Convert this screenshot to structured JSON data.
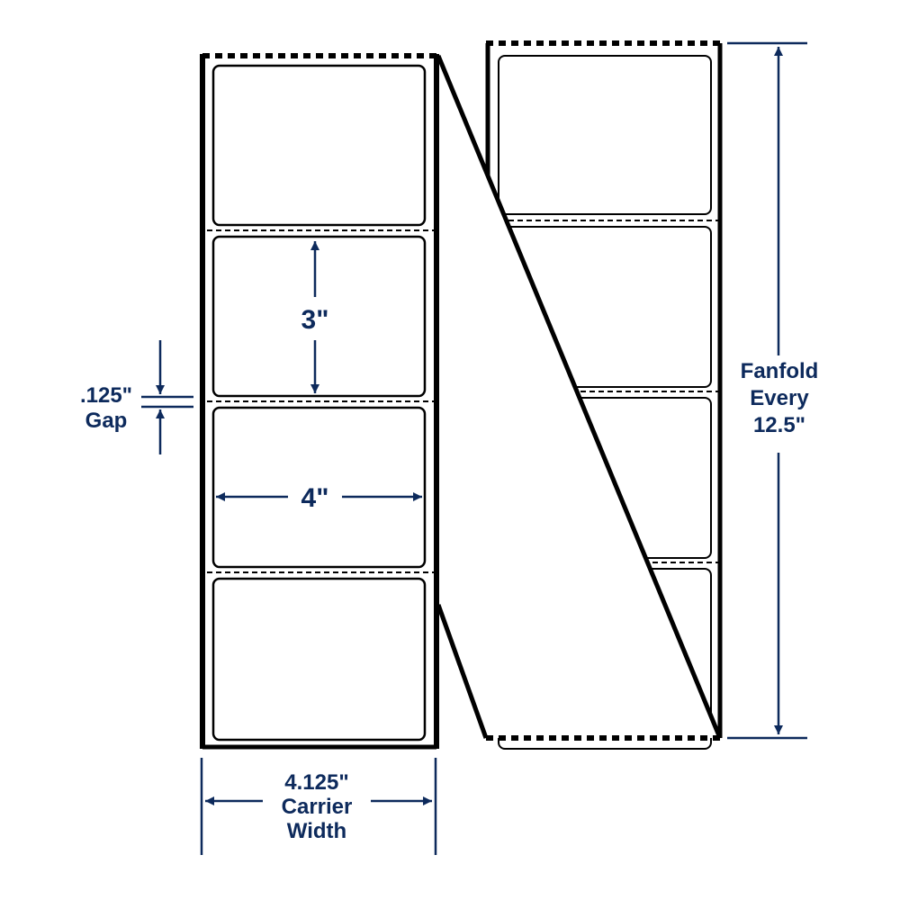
{
  "colors": {
    "ink": "#000000",
    "dimension": "#0d2a5c"
  },
  "dimensions": {
    "label_height": "3\"",
    "label_width": "4\"",
    "gap": {
      "value": ".125\"",
      "label": "Gap"
    },
    "carrier": {
      "value": "4.125\"",
      "line2": "Carrier",
      "line3": "Width"
    },
    "fanfold": {
      "line1": "Fanfold",
      "line2": "Every",
      "line3": "12.5\""
    }
  }
}
